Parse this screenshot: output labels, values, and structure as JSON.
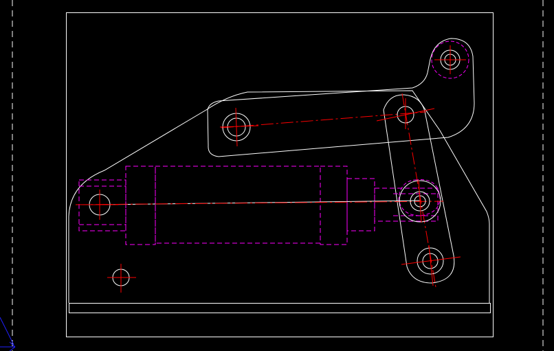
{
  "colors": {
    "background": "#000000",
    "outline": "#ffffff",
    "centerline": "#ff0000",
    "hidden": "#ff00ff",
    "ucs": "#2020ff"
  },
  "line_types": {
    "outline": "continuous",
    "hidden": "dashed",
    "centerline": "dash-dot",
    "border": "dashed"
  },
  "drawing": {
    "view": "model-space",
    "parts": [
      "base-plate",
      "swing-arm",
      "connecting-link",
      "guide-link",
      "hydraulic-cylinder",
      "mounting-hole"
    ]
  },
  "icons": {
    "ucs": "ucs-icon"
  }
}
